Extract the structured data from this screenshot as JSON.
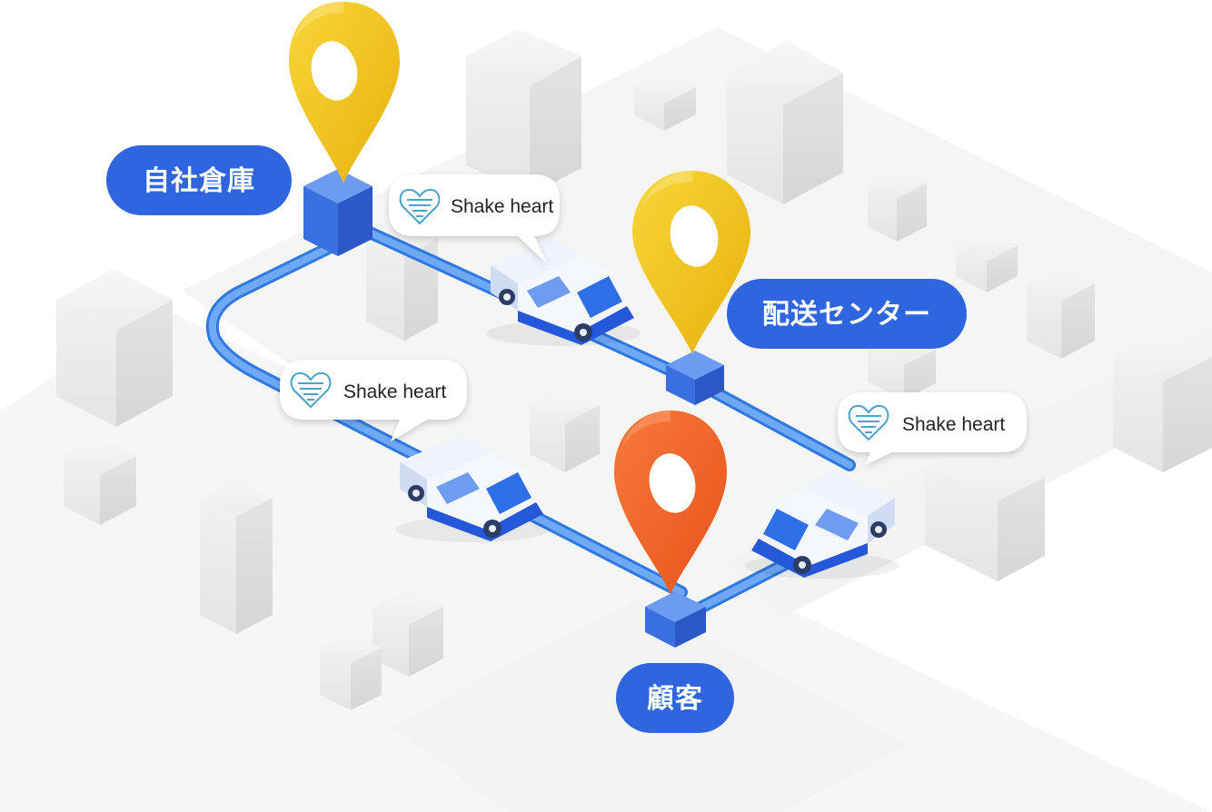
{
  "locations": {
    "warehouse": "自社倉庫",
    "distribution_center": "配送センター",
    "customer": "顧客"
  },
  "brand": {
    "name": "Shake heart",
    "logo_icon": "heart-stripes-logo"
  },
  "vehicles": [
    {
      "icon": "delivery-van-icon",
      "brand": "Shake heart"
    },
    {
      "icon": "delivery-van-icon",
      "brand": "Shake heart"
    },
    {
      "icon": "delivery-van-icon",
      "brand": "Shake heart"
    }
  ],
  "colors": {
    "label_bg": "#2f66e0",
    "route": "#4f8ff0",
    "node": "#3f73e6",
    "pin_yellow": "#f2c21a",
    "pin_orange": "#f0621f",
    "logo": "#4aa3cc",
    "building": "#eeeeee"
  }
}
